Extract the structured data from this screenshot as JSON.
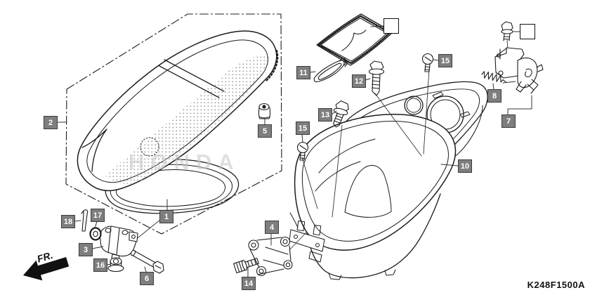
{
  "meta": {
    "diagram_code": "K248F1500A",
    "fr_label": "FR.",
    "watermark": "HONDA",
    "callout_bg": "#7e7e7e",
    "line_color": "#1c1c1c"
  },
  "callouts": {
    "c1": "1",
    "c2": "2",
    "c3": "3",
    "c4": "4",
    "c5": "5",
    "c6": "6",
    "c7": "7",
    "c8": "8",
    "c10": "10",
    "c11": "11",
    "c12": "12",
    "c13": "13",
    "c14": "14",
    "c15": "15",
    "c16": "16",
    "c17": "17",
    "c18": "18",
    "ref": ""
  }
}
